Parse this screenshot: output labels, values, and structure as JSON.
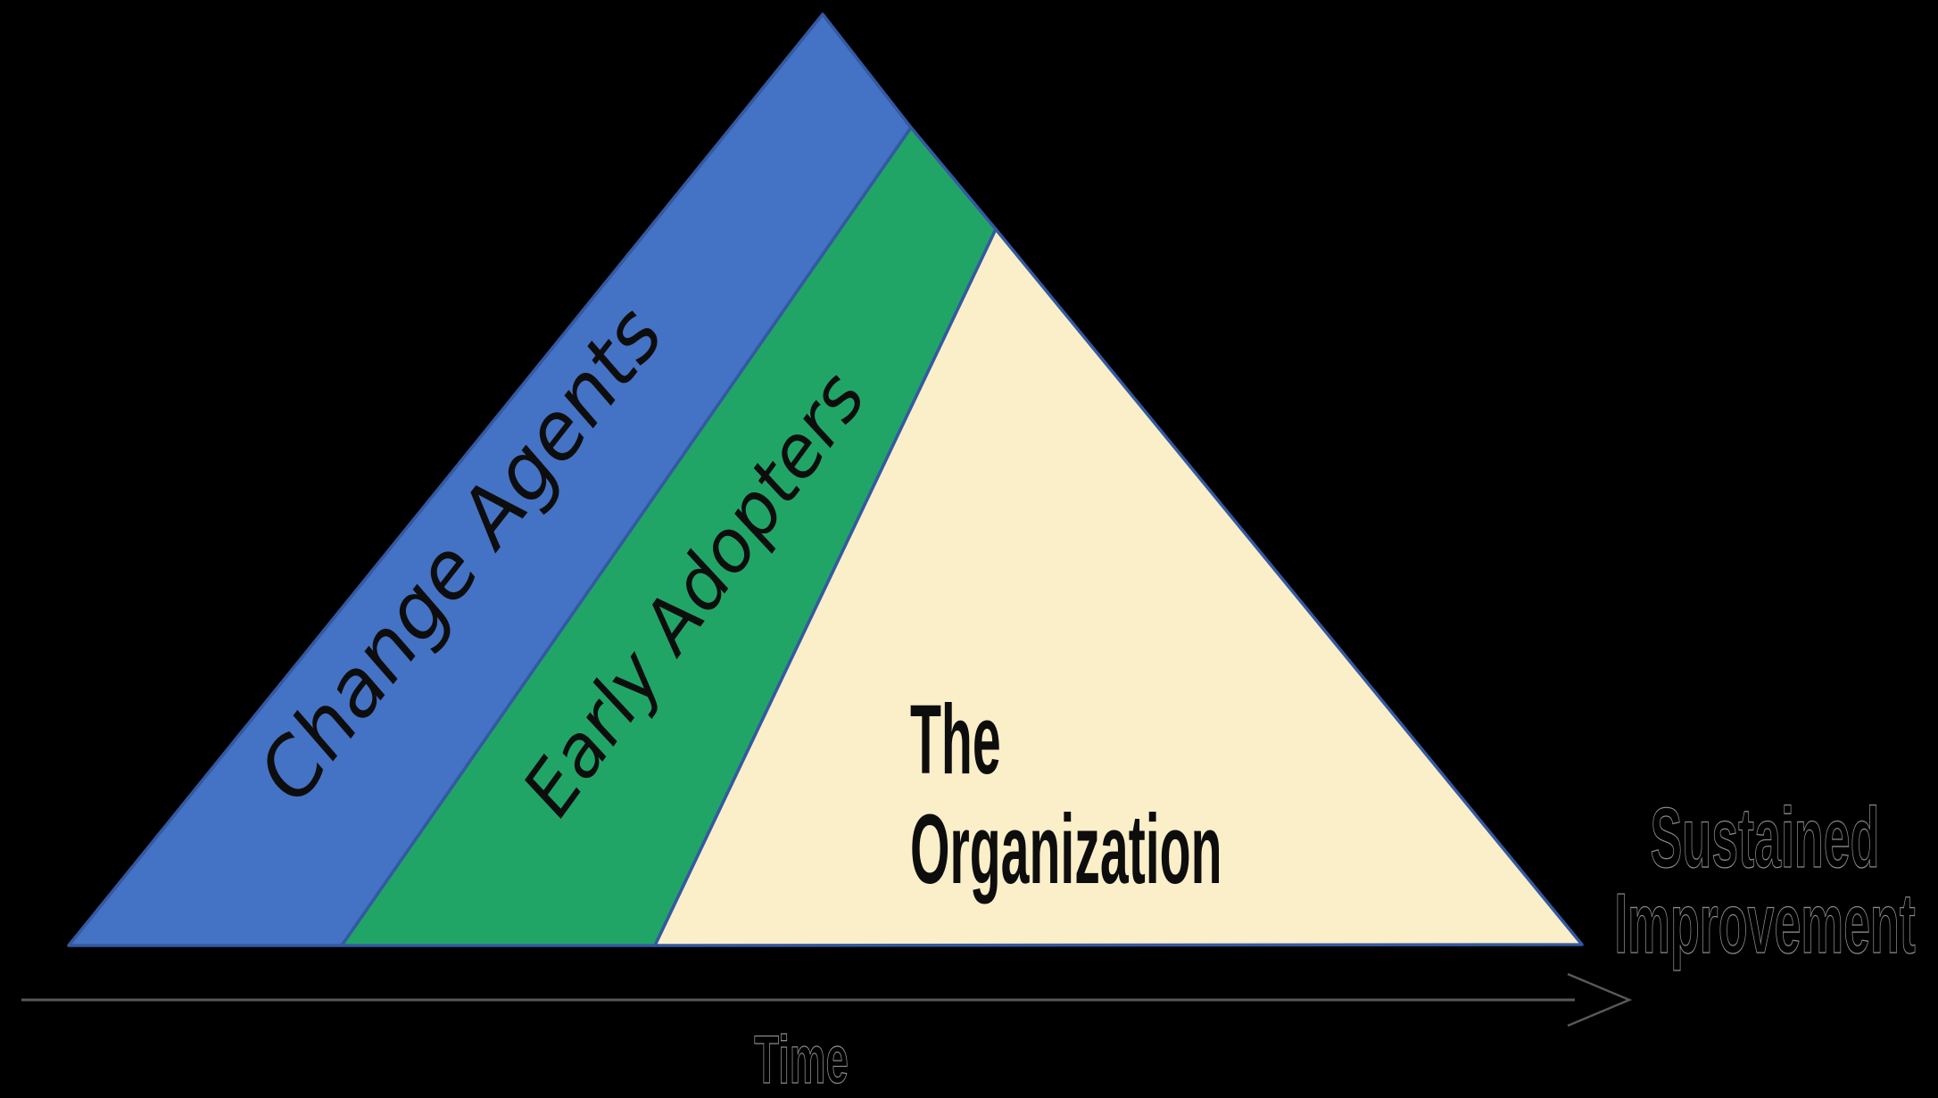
{
  "canvas": {
    "background": "#000000"
  },
  "diagram": {
    "type": "layered-triangle",
    "outline_color": "#3459A2",
    "text_color": "#0d0d0d",
    "ghost_outline_color": "#8A8A8A",
    "bands": [
      {
        "name": "change-agents",
        "label": "Change Agents",
        "color": "#4472C4"
      },
      {
        "name": "early-adopters",
        "label": "Early Adopters",
        "color": "#21A567"
      },
      {
        "name": "the-organization",
        "label": "The Organization",
        "lines": [
          "The",
          "Organization"
        ],
        "color": "#FAEFC8"
      }
    ],
    "axis": {
      "label": "Time",
      "line_color": "#585858"
    },
    "side_label": {
      "text": "Sustained Improvement",
      "lines": [
        "Sustained",
        "Improvement"
      ]
    }
  }
}
